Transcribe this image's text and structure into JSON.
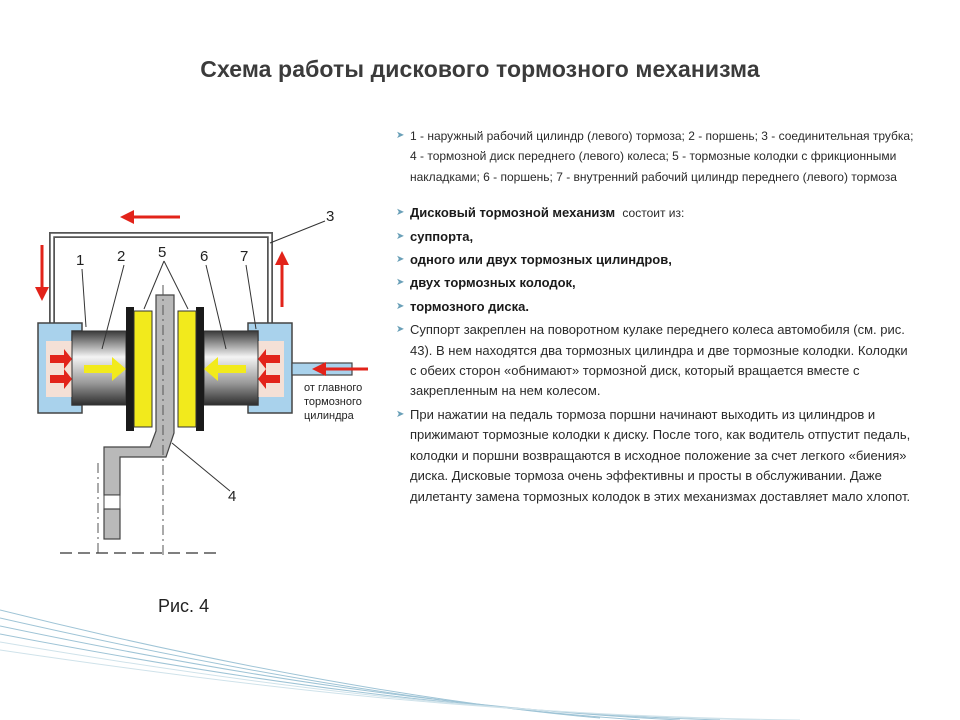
{
  "slide": {
    "title": "Схема работы дискового тормозного механизма",
    "caption": "Рис. 4"
  },
  "diagram": {
    "labels": [
      "1",
      "2",
      "5",
      "6",
      "7",
      "3",
      "4"
    ],
    "master_label": [
      "от главного",
      "тормозного",
      "цилиндра"
    ]
  },
  "bullets": {
    "legend": "1 - наружный рабочий цилиндр (левого) тормоза; 2 - поршень; 3 - соединительная трубка; 4 - тормозной диск переднего (левого) колеса; 5 - тормозные колодки с фрикционными накладками; 6 - поршень; 7 - внутренний рабочий цилиндр переднего (левого) тормоза",
    "consists_bold": "Дисковый тормозной механизм",
    "consists_rest": "состоит из:",
    "item1": "суппорта,",
    "item2": "одного или двух тормозных цилиндров,",
    "item3": "двух тормозных колодок,",
    "item4": "тормозного диска.",
    "p1": "Суппорт закреплен на поворотном кулаке переднего колеса автомобиля (см. рис. 43). В нем находятся два тормозных цилиндра и две тормозные колодки. Колодки с обеих сторон «обнимают» тормозной диск, который вращается вместе с закрепленным на нем колесом.",
    "p2": "При нажатии на педаль тормоза поршни начинают выходить из цилиндров и прижимают тормозные колодки к диску. После того, как водитель отпустит педаль, колодки и поршни возвращаются в исходное положение за счет легкого «биения» диска. Дисковые тормоза очень эффективны и просты в обслуживании. Даже дилетанту замена тормозных колодок в этих механизмах доставляет мало хлопот."
  },
  "colors": {
    "caliper": "#a9d2ec",
    "pad": "#f2ea1c",
    "arrow_red": "#e2231a",
    "disc": "#b9b9b9",
    "bullet": "#6aa0b8"
  }
}
